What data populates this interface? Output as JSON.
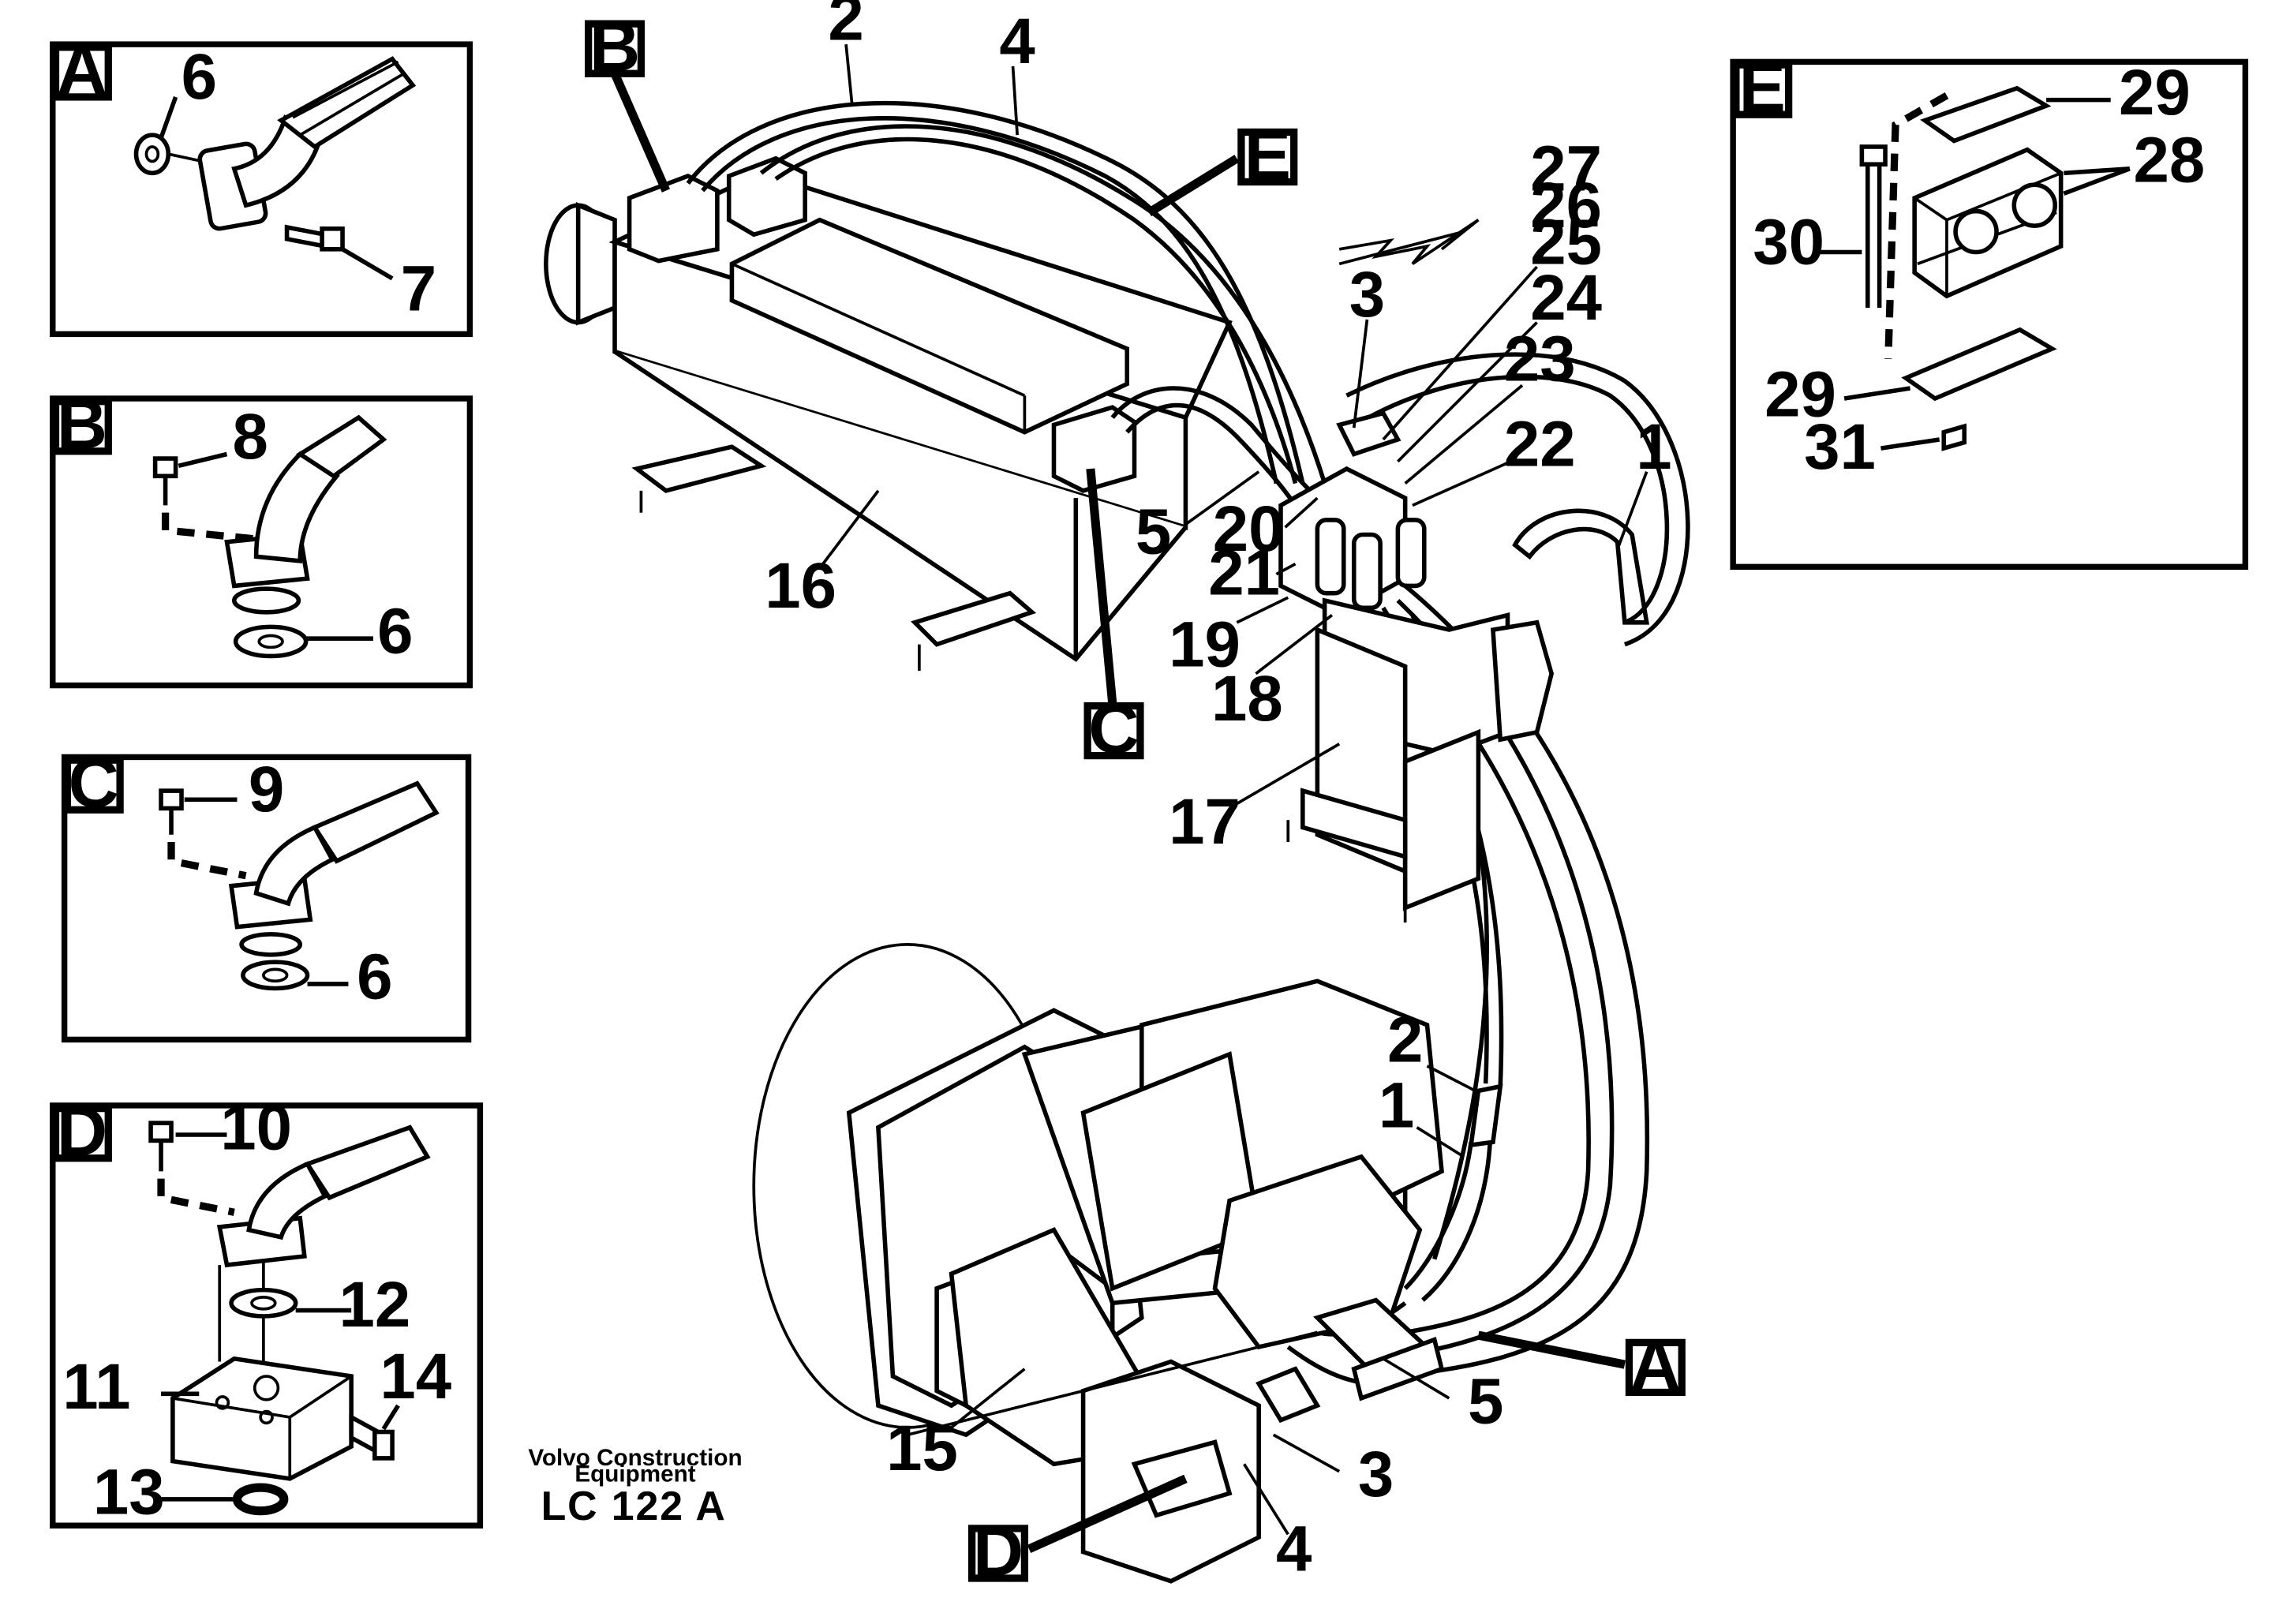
{
  "detail_boxes": {
    "A": {
      "tag": "A",
      "callouts": [
        "6",
        "7"
      ]
    },
    "B": {
      "tag": "B",
      "callouts": [
        "8",
        "6"
      ]
    },
    "C": {
      "tag": "C",
      "callouts": [
        "9",
        "6"
      ]
    },
    "D": {
      "tag": "D",
      "callouts": [
        "10",
        "12",
        "11",
        "14",
        "13"
      ]
    },
    "E": {
      "tag": "E",
      "callouts": [
        "29",
        "28",
        "30",
        "29",
        "31"
      ]
    }
  },
  "main_tags": {
    "A": "A",
    "B": "B",
    "C": "C",
    "D": "D",
    "E": "E"
  },
  "callouts": {
    "n1_top": "1",
    "n2_top": "2",
    "n3_top": "3",
    "n4_top": "4",
    "n5_top": "5",
    "n16": "16",
    "n17": "17",
    "n18": "18",
    "n19": "19",
    "n20": "20",
    "n21": "21",
    "n22": "22",
    "n23": "23",
    "n24": "24",
    "n25": "25",
    "n26": "26",
    "n27": "27",
    "n2_low": "2",
    "n1_low": "1",
    "n5_low": "5",
    "n3_low": "3",
    "n4_low": "4",
    "n15": "15"
  },
  "footer": {
    "maker_line1": "Volvo Construction",
    "maker_line2": "Equipment",
    "code": "LC 122  A"
  }
}
